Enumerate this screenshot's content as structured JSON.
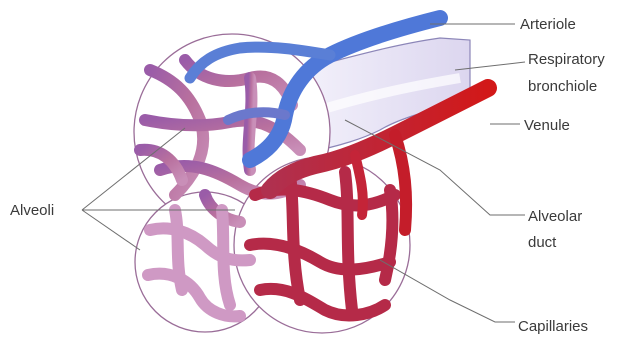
{
  "labels": {
    "arteriole": "Arteriole",
    "respiratory_bronchiole_line1": "Respiratory",
    "respiratory_bronchiole_line2": "bronchiole",
    "venule": "Venule",
    "alveolar_duct_line1": "Alveolar",
    "alveolar_duct_line2": "duct",
    "alveoli": "Alveoli",
    "capillaries": "Capillaries"
  },
  "colors": {
    "arteriole": "#4f78d8",
    "venule": "#cc1a1a",
    "capillary_mid": "#a05c9c",
    "capillary_light": "#cf99c4",
    "capillary_red": "#b52a48",
    "bronchiole_fill": "#e9e6f5"
  }
}
